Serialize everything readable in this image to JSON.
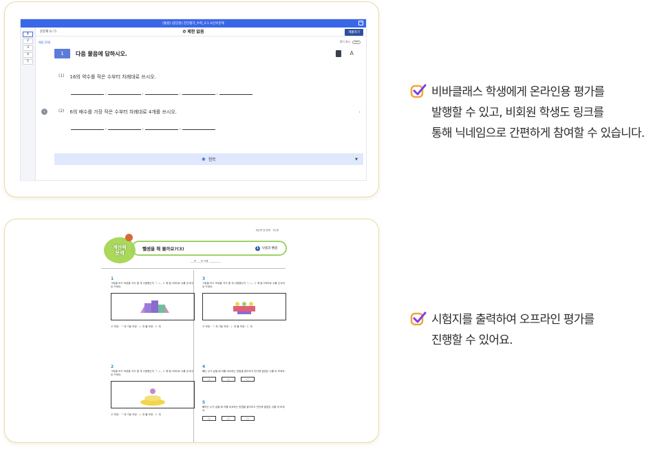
{
  "online_app": {
    "title_bar": "[통합] (중단원) 진단평가_수학_3-1 소단수문제",
    "question_count": "문문제 0 / 5",
    "timer": "제한 없음",
    "submit_label": "제출하기",
    "nav_items": [
      "1",
      "2",
      "3",
      "4",
      "5"
    ],
    "small_tag": "배점 10점",
    "toggle_label": "필기 표시",
    "toggle_state": "OFF",
    "question_number": "1",
    "question_title": "다음 물음에 답하시오.",
    "tool_a": "A",
    "sub1_num": "(1)",
    "sub1_text": "16의 약수를 작은 수부터 차례대로 쓰시오.",
    "sub2_num": "(2)",
    "sub2_text": "6의 배수를 가장 작은 수부터 차례대로 4개를 쓰시오.",
    "hint_label": "힌트"
  },
  "worksheet": {
    "top_small": "계산력 첫 문제 · 5단계",
    "badge_line1": "계산력",
    "badge_line2": "문제",
    "title": "뺄셈을 해 볼까요?(3)",
    "unit_number": "1",
    "unit_label": "덧셈과 뺄셈",
    "name_line": "___반 ___번 이름 __________",
    "q1_num": "1",
    "q1_text": "그림을 보고 모양을 각각 몇 개 사용했는지 ㄱ, ㄴ, ㄷ 에 동그라미로 수를 순서대로 쓰세요.",
    "q1_ans": "구 모양 : ㄱ 개  기둥 모양 : ㄴ 개  뿔 모양 : ㄷ 개",
    "q2_num": "2",
    "q2_text": "그림을 보고 모양을 각각 몇 개 사용했는지 ㄱ, ㄴ, ㄷ 에 동그라미로 수를 순서대로 쓰세요.",
    "q2_ans": "구 모양 : ㄱ 개  기둥 모양 : ㄴ 개  뿔 모양 : ㄷ 개",
    "q3_num": "3",
    "q3_text": "그림을 보고 모양을 각각 몇 개 사용했는지 ㄱ, ㄴ, ㄷ 에 동그라미로 수를 순서대로 쓰세요.",
    "q3_ans": "구 모양 : ㄱ 개  기둥 모양 : ㄴ 개  뿔 모양 : ㄷ 개",
    "q4_num": "4",
    "q4_text": "빼는 수가 같을 때 차를 비교하는 방법을 알아보고 빈칸에 알맞은 수를 써 보세요.",
    "q5_num": "5",
    "q5_text": "빼지는 수가 같을 때 차를 비교하는 방법을 알아보고 빈칸에 알맞은 수를 써 보세요.",
    "box_symbol": "○"
  },
  "features": [
    {
      "lines": [
        "비바클래스 학생에게 온라인용 평가를",
        "발행할 수 있고, 비회원 학생도 링크를",
        "통해 닉네임으로 간편하게 참여할 수 있습니다."
      ]
    },
    {
      "lines": [
        "시험지를 출력하여 오프라인 평가를",
        "진행할 수 있어요."
      ]
    }
  ],
  "colors": {
    "check_accent": "#7b3fe4",
    "check_accent2": "#f4a23a",
    "app_blue": "#3a67e8",
    "card_border": "#ead9a8"
  }
}
